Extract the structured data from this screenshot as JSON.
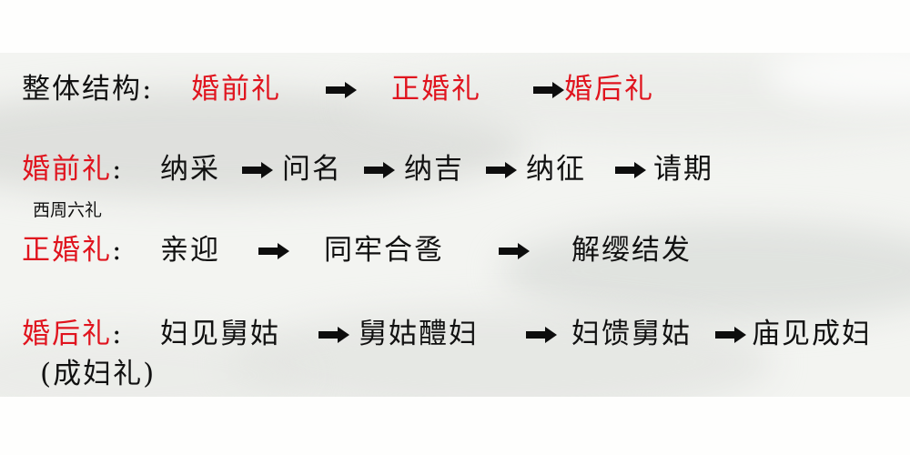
{
  "slide": {
    "structure": {
      "label": "整体结构",
      "colon": ":",
      "stages": [
        "婚前礼",
        "正婚礼",
        "婚后礼"
      ]
    },
    "premarital": {
      "label": "婚前礼",
      "colon": ":",
      "note": "西周六礼",
      "steps": [
        "纳采",
        "问名",
        "纳吉",
        "纳征",
        "请期"
      ]
    },
    "wedding": {
      "label": "正婚礼",
      "colon": ":",
      "steps": [
        "亲迎",
        "同牢合卺",
        "解缨结发"
      ]
    },
    "postmarital": {
      "label": "婚后礼",
      "colon": ":",
      "note": "(成妇礼)",
      "steps": [
        "妇见舅姑",
        "舅姑醴妇",
        "妇馈舅姑",
        "庙见成妇"
      ]
    },
    "colors": {
      "accent_red": "#e0141e",
      "text": "#111111",
      "background": "#f3f4f1"
    },
    "icons": {
      "arrow": "right-block-arrow-icon"
    }
  }
}
